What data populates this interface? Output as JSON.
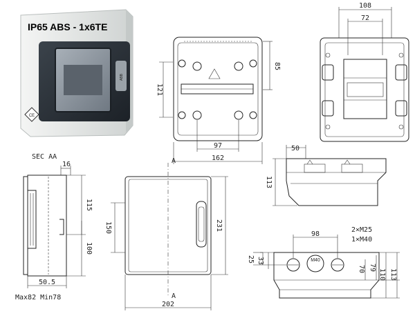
{
  "product": {
    "title": "IP65 ABS - 1x6TE",
    "door_badge": "ABB"
  },
  "views": {
    "back": {
      "dim_85": "85",
      "dim_121": "121",
      "dim_97": "97",
      "dim_162": "162"
    },
    "front_open": {
      "dim_108": "108",
      "dim_72": "72"
    },
    "section": {
      "label": "SEC AA",
      "dim_16": "16",
      "dim_115": "115",
      "dim_100": "100",
      "dim_50_5": "50.5",
      "mounting_note": "Max82 Min78"
    },
    "front": {
      "section_mark_top": "A",
      "section_mark_bottom": "A",
      "dim_150": "150",
      "dim_231": "231",
      "dim_202": "202"
    },
    "top": {
      "dim_50": "50",
      "dim_113": "113"
    },
    "bottom": {
      "dim_98": "98",
      "entries_line1": "2×M25",
      "entries_line2": "1×M40",
      "dim_25": "25",
      "dim_33": "33",
      "dim_70": "70",
      "dim_79": "79",
      "dim_110": "110",
      "dim_113": "113",
      "hole_label": "M40"
    }
  },
  "colors": {
    "body": "#e9ebea",
    "door": "#2b3138",
    "window": "#8d96a0",
    "line": "#222222"
  }
}
